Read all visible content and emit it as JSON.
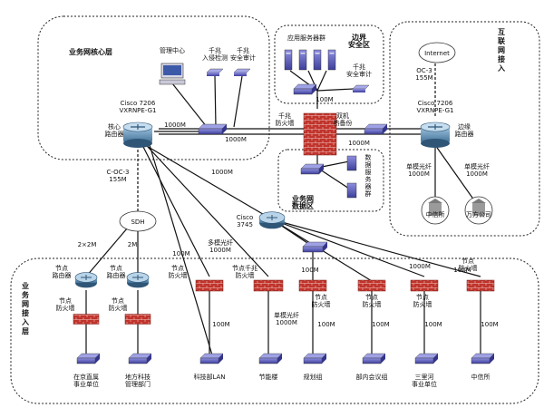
{
  "zones": {
    "core": "业务网核心层",
    "edge_security": "边界\n安全区",
    "data_area": "业务网\n数据区",
    "internet_access": "互\n联\n网\n接\n入",
    "access_layer": "业\n务\n网\n接\n入\n层"
  },
  "core": {
    "mgmt_center": "管理中心",
    "ids": "千兆\n入侵检测",
    "audit": "千兆\n安全审计",
    "router_model": "Cisco 7206\nVXRNPE-G1",
    "router_name": "核心\n路由器",
    "link_1000m_a": "1000M",
    "link_1000m_b": "1000M"
  },
  "edge": {
    "app_servers": "应用服务器群",
    "audit": "千兆\n安全审计",
    "link_100m": "100M",
    "firewall": "千兆\n防火墙",
    "dual_hot": "双机\n热备份",
    "link_1000m": "1000M"
  },
  "data_zone": {
    "db_servers": "数\n据\n服\n务\n器\n群"
  },
  "internet": {
    "cloud": "Internet",
    "link": "OC-3\n155M",
    "router_model": "Cisco 7206\nVXRNPE-G1",
    "router_name": "边缘\n路由器",
    "fiber_left": "单模光纤\n1000M",
    "fiber_right": "单模光纤\n1000M",
    "node1": "中信所",
    "node2": "万方公司"
  },
  "wan": {
    "coc3": "C-OC-3\n155M",
    "sdh": "SDH",
    "link_1000m": "1000M",
    "cisco3745": "Cisco\n3745",
    "link_2x2m": "2×2M",
    "link_2m": "2M"
  },
  "access": {
    "node_router": "节点\n路由器",
    "node_fw": "节点\n防火墙",
    "node_gig_fw": "节点千兆\n防火墙",
    "mm_1000": "多模光纤\n1000M",
    "sm_1000": "单模光纤\n1000M",
    "l100m": "100M",
    "l1000m": "1000M",
    "sites": [
      "在京直属\n事业单位",
      "地方科技\n管理部门",
      "科技部LAN",
      "节能楼",
      "规划组",
      "部内会议组",
      "三里河\n事业单位",
      "中信所"
    ]
  },
  "colors": {
    "router": "#4a7fa8",
    "switch": "#5b5fbf",
    "firewall": "#c0332b",
    "server": "#6a63c9"
  }
}
